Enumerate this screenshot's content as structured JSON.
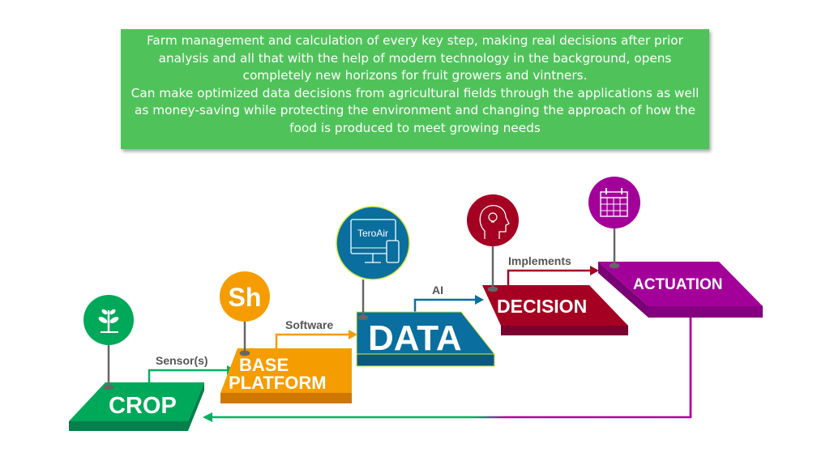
{
  "intro": {
    "paragraph1": "Farm management and calculation of every key step, making real decisions after prior analysis and all that with the help of modern technology in the background, opens completely new horizons for fruit growers and vintners.",
    "paragraph2": "Can make optimized data decisions from agricultural fields through the applications as well as money-saving while protecting the environment and changing the approach of how the food is produced to meet growing needs"
  },
  "stages": {
    "crop": {
      "label": "CROP",
      "icon": "plant-icon",
      "color": "#00a859"
    },
    "base": {
      "label1": "BASE",
      "label2": "PLATFORM",
      "icon_text": "Sh",
      "color": "#f59c00"
    },
    "data": {
      "label": "DATA",
      "icon_text": "TeroAir",
      "icon": "monitor-phone-icon",
      "color": "#0a6e9e"
    },
    "decision": {
      "label": "DECISION",
      "icon": "head-lightbulb-icon",
      "color": "#a50021"
    },
    "actuation": {
      "label": "ACTUATION",
      "icon": "calendar-icon",
      "color": "#a3009a"
    }
  },
  "links": {
    "sensors": "Sensor(s)",
    "software": "Software",
    "ai": "AI",
    "implements": "Implements"
  }
}
